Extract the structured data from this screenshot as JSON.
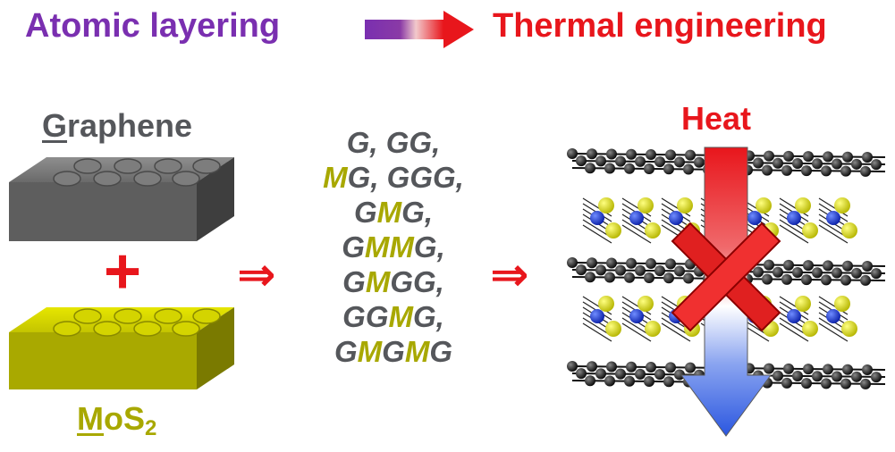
{
  "title_left": "Atomic layering",
  "title_right": "Thermal engineering",
  "graphene": {
    "initial": "G",
    "rest": "raphene"
  },
  "mos2": {
    "initial": "M",
    "rest": "oS",
    "sub": "2"
  },
  "plus": "+",
  "implies": "⇒",
  "heat": "Heat",
  "combinations": [
    [
      [
        "G",
        "g"
      ],
      [
        ", ",
        "t"
      ],
      [
        "GG",
        "g"
      ],
      [
        ",",
        "t"
      ]
    ],
    [
      [
        "M",
        "m"
      ],
      [
        "G",
        "g"
      ],
      [
        ", ",
        "t"
      ],
      [
        "GGG",
        "g"
      ],
      [
        ",",
        "t"
      ]
    ],
    [
      [
        "G",
        "g"
      ],
      [
        "M",
        "m"
      ],
      [
        "G",
        "g"
      ],
      [
        ",",
        "t"
      ]
    ],
    [
      [
        "G",
        "g"
      ],
      [
        "MM",
        "m"
      ],
      [
        "G",
        "g"
      ],
      [
        ",",
        "t"
      ]
    ],
    [
      [
        "G",
        "g"
      ],
      [
        "M",
        "m"
      ],
      [
        "GG",
        "g"
      ],
      [
        ",",
        "t"
      ]
    ],
    [
      [
        "GG",
        "g"
      ],
      [
        "M",
        "m"
      ],
      [
        "G",
        "g"
      ],
      [
        ",",
        "t"
      ]
    ],
    [
      [
        "G",
        "g"
      ],
      [
        "M",
        "m"
      ],
      [
        "G",
        "g"
      ],
      [
        "M",
        "m"
      ],
      [
        "G",
        "g"
      ]
    ]
  ],
  "colors": {
    "purple": "#7a2fb0",
    "red": "#e8161c",
    "graphene_gray": "#55575b",
    "mos2_yellow": "#a8a800",
    "arrow_blue": "#2b57e0"
  },
  "icons": [
    "gradient-arrow-icon",
    "graphene-brick-icon",
    "mos2-brick-icon",
    "heat-arrow-icon",
    "blocked-cross-icon"
  ]
}
